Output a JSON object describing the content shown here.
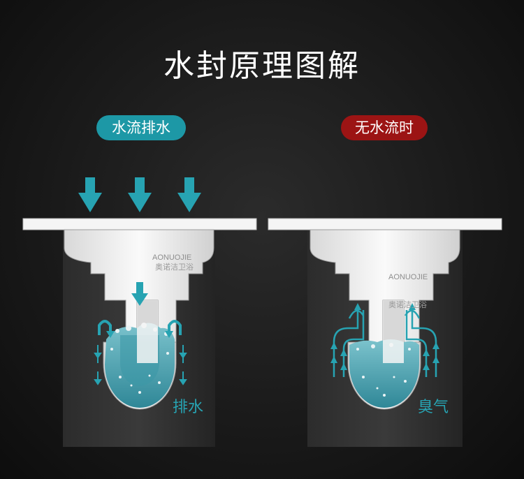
{
  "title": "水封原理图解",
  "left_panel": {
    "badge": "水流排水",
    "badge_color": "#1d98a6",
    "flow_label": "排水",
    "brand": "AONUOJIE",
    "brand_cn": "奥诺洁卫浴"
  },
  "right_panel": {
    "badge": "无水流时",
    "badge_color": "#9c1414",
    "flow_label": "臭气",
    "brand": "AONUOJIE",
    "brand_cn": "奥诺洁卫浴"
  },
  "colors": {
    "arrow": "#27a3b2",
    "water": "#4fa3b0",
    "foam": "#e9f3f5",
    "pipe": "#f2f2f2"
  }
}
